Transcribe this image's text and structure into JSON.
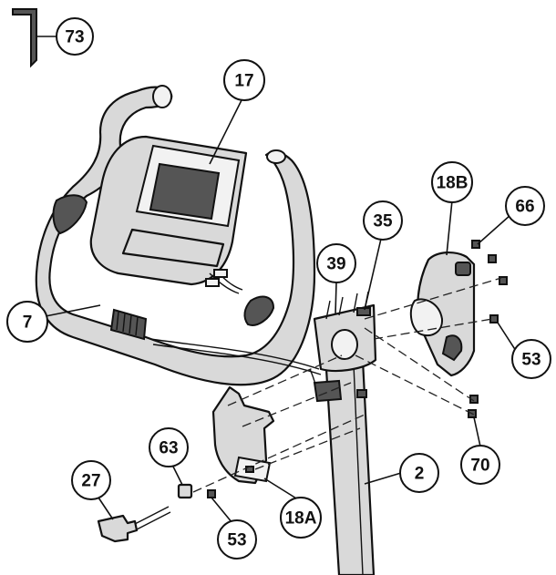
{
  "callouts": {
    "c73": "73",
    "c17": "17",
    "c18B": "18B",
    "c66": "66",
    "c35": "35",
    "c39": "39",
    "c7": "7",
    "c53a": "53",
    "c63": "63",
    "c27": "27",
    "c70": "70",
    "c2": "2",
    "c18A": "18A",
    "c53b": "53"
  }
}
